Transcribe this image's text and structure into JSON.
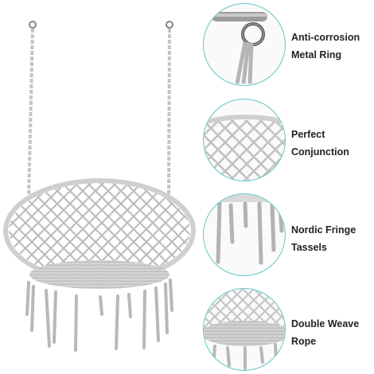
{
  "features": [
    {
      "line1": "Anti-corrosion",
      "line2": "Metal Ring",
      "icon": "metal-ring"
    },
    {
      "line1": "Perfect",
      "line2": "Conjunction",
      "icon": "net-weave"
    },
    {
      "line1": "Nordic Fringe",
      "line2": "Tassels",
      "icon": "tassels"
    },
    {
      "line1": "Double Weave",
      "line2": "Rope",
      "icon": "woven-seat"
    }
  ],
  "colors": {
    "rope": "#c8c8c8",
    "rope_dark": "#9a9a9a",
    "ring_accent": "#63c8c8"
  }
}
